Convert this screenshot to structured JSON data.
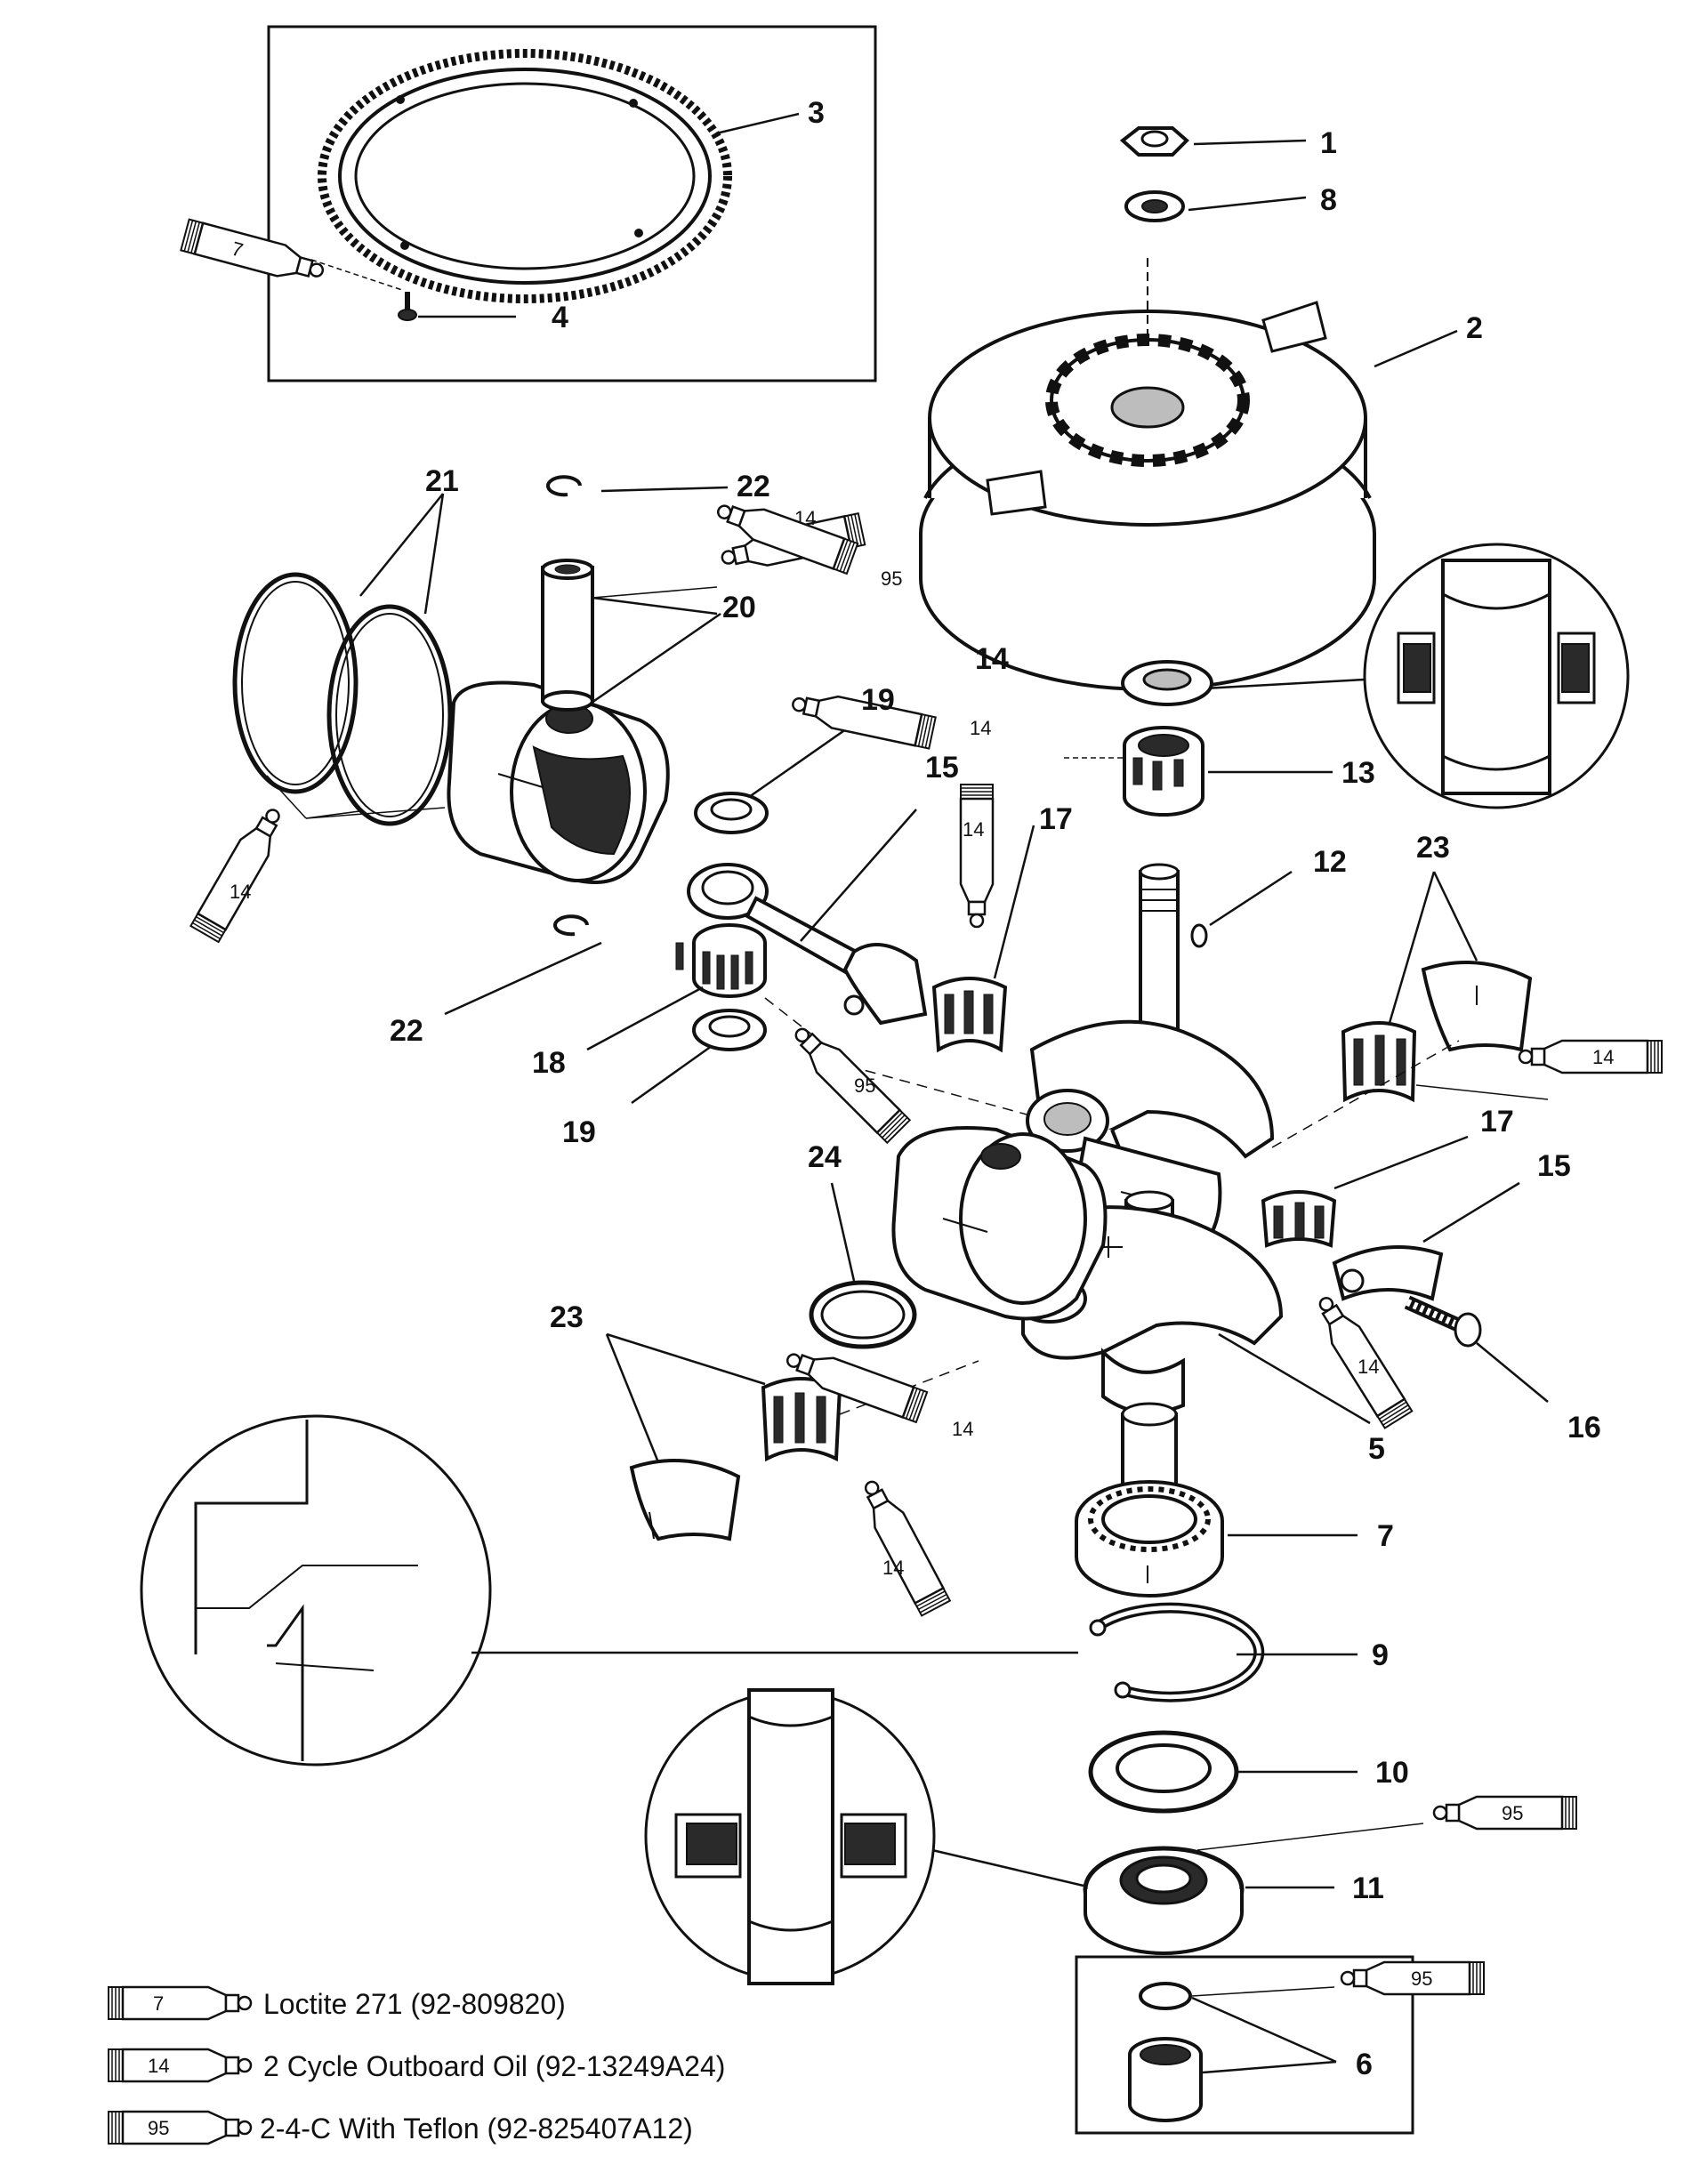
{
  "callouts": [
    "1",
    "8",
    "2",
    "3",
    "4",
    "22",
    "21",
    "20",
    "14",
    "13",
    "19",
    "15",
    "17",
    "12",
    "23",
    "22",
    "18",
    "19",
    "24",
    "17",
    "15",
    "23",
    "5",
    "16",
    "7",
    "9",
    "10",
    "11",
    "6"
  ],
  "tubes": [
    "7",
    "14",
    "95",
    "14",
    "14",
    "14",
    "95",
    "14",
    "14",
    "14",
    "14",
    "95",
    "95"
  ],
  "legend": [
    {
      "num": "7",
      "text": "Loctite 271 (92-809820)"
    },
    {
      "num": "14",
      "text": "2 Cycle Outboard Oil (92-13249A24)"
    },
    {
      "num": "95",
      "text": "2-4-C  With Teflon (92-825407A12)"
    }
  ],
  "icons": [
    "sealant-tube-icon",
    "crankshaft-icon",
    "piston-icon",
    "flywheel-icon",
    "bearing-icon",
    "snap-ring-icon"
  ]
}
